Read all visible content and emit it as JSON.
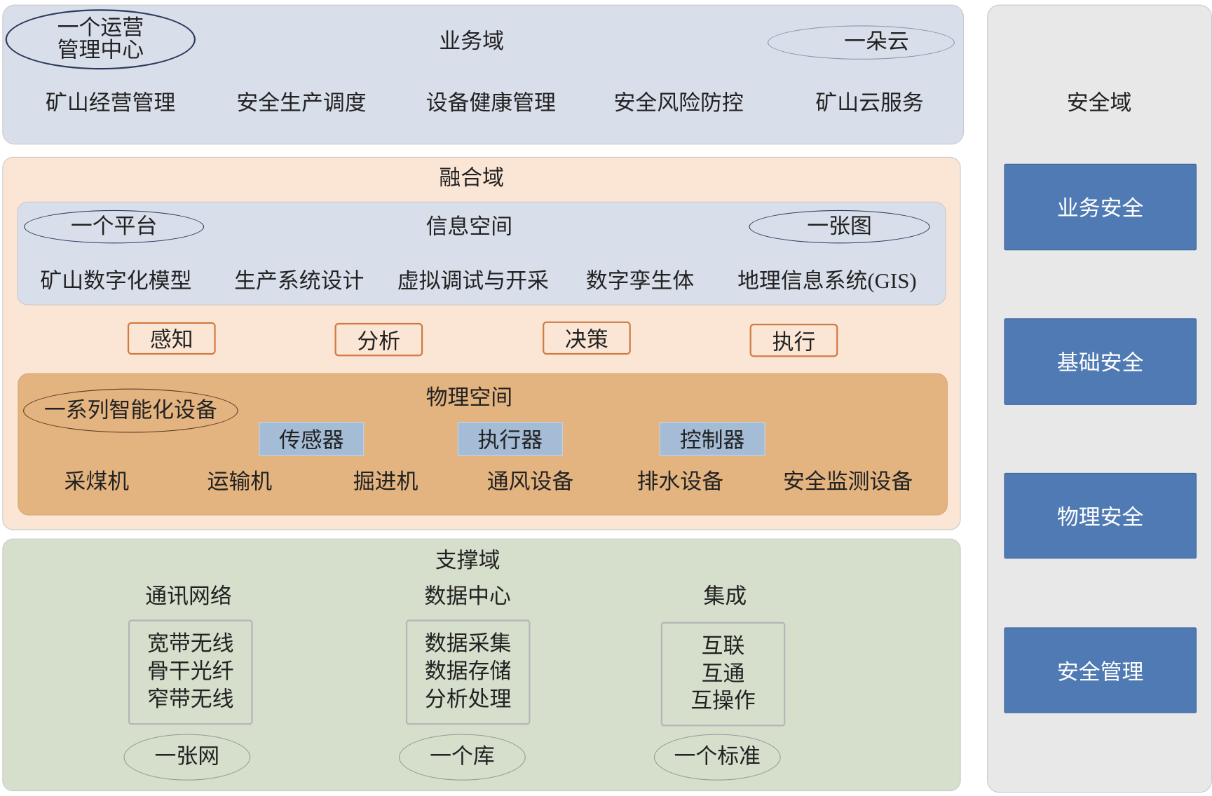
{
  "business": {
    "title": "业务域",
    "ellipse_left": "一个运营\n管理中心",
    "ellipse_left_line1": "一个运营",
    "ellipse_left_line2": "管理中心",
    "ellipse_right": "一朵云",
    "items": [
      "矿山经营管理",
      "安全生产调度",
      "设备健康管理",
      "安全风险防控",
      "矿山云服务"
    ]
  },
  "security": {
    "title": "安全域",
    "items": [
      "业务安全",
      "基础安全",
      "物理安全",
      "安全管理"
    ]
  },
  "fusion": {
    "title": "融合域",
    "info_space": {
      "title": "信息空间",
      "ellipse_left": "一个平台",
      "ellipse_right": "一张图",
      "items": [
        "矿山数字化模型",
        "生产系统设计",
        "虚拟调试与开采",
        "数字孪生体",
        "地理信息系统(GIS)"
      ]
    },
    "steps": [
      "感知",
      "分析",
      "决策",
      "执行"
    ],
    "physical_space": {
      "title": "物理空间",
      "ellipse": "一系列智能化设备",
      "components": [
        "传感器",
        "执行器",
        "控制器"
      ],
      "items": [
        "采煤机",
        "运输机",
        "掘进机",
        "通风设备",
        "排水设备",
        "安全监测设备"
      ]
    }
  },
  "support": {
    "title": "支撑域",
    "groups": [
      {
        "title": "通讯网络",
        "lines": [
          "宽带无线",
          "骨干光纤",
          "窄带无线"
        ],
        "ellipse": "一张网"
      },
      {
        "title": "数据中心",
        "lines": [
          "数据采集",
          "数据存储",
          "分析处理"
        ],
        "ellipse": "一个库"
      },
      {
        "title": "集成",
        "lines": [
          "互联",
          "互通",
          "互操作"
        ],
        "ellipse": "一个标准"
      }
    ]
  },
  "colors": {
    "business_bg": "#d9dfea",
    "security_bg": "#e8e8e8",
    "fusion_bg": "#fbe6d6",
    "physical_bg": "#e3b380",
    "support_bg": "#d6dfcc",
    "security_box": "#4f7ab3",
    "component_box": "#a4bcd6",
    "step_border": "#d07a40"
  }
}
